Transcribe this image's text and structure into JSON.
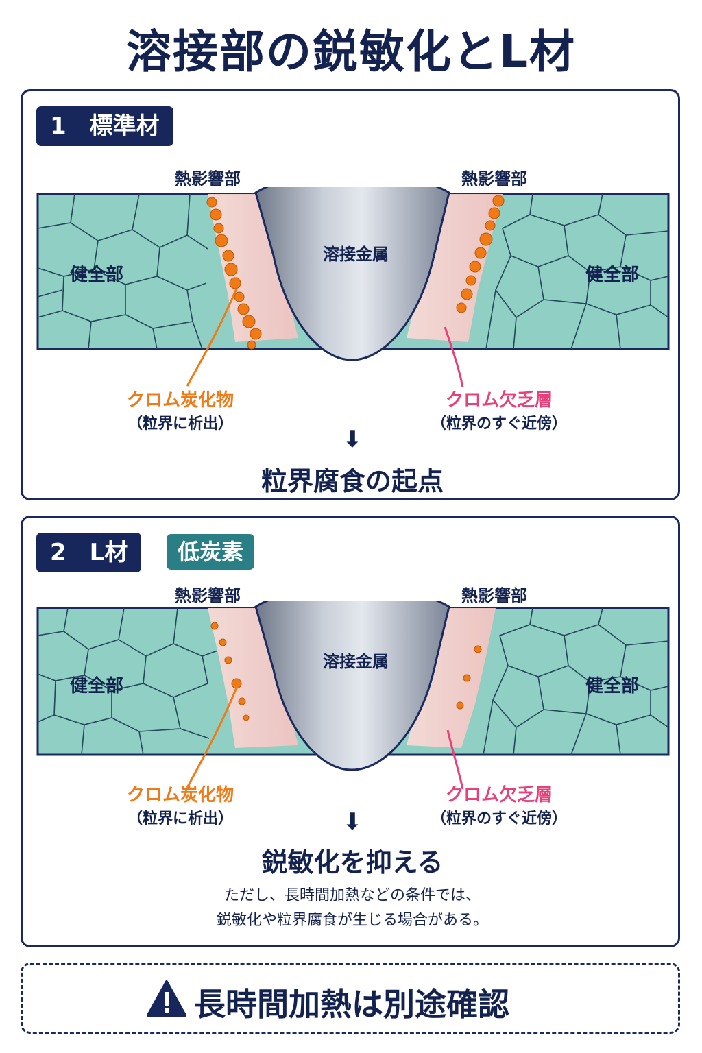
{
  "title": "溶接部の鋭敏化とL材",
  "panel1": {
    "badge": "1　標準材",
    "haz_left": "熱影響部",
    "haz_right": "熱影響部",
    "weld_metal": "溶接金属",
    "base_left": "健全部",
    "base_right": "健全部",
    "carbide_label": "クロム炭化物",
    "carbide_sub": "（粒界に析出）",
    "depleted_label": "クロム欠乏層",
    "depleted_sub": "（粒界のすぐ近傍）",
    "arrow": "⬇",
    "result": "粒界腐食の起点"
  },
  "panel2": {
    "badge": "2　L材",
    "tag": "低炭素",
    "haz_left": "熱影響部",
    "haz_right": "熱影響部",
    "weld_metal": "溶接金属",
    "base_left": "健全部",
    "base_right": "健全部",
    "carbide_label": "クロム炭化物",
    "carbide_sub": "（粒界に析出）",
    "depleted_label": "クロム欠乏層",
    "depleted_sub": "（粒界のすぐ近傍）",
    "arrow": "⬇",
    "result": "鋭敏化を抑える",
    "note_line1": "ただし、長時間加熱などの条件では、",
    "note_line2": "鋭敏化や粒界腐食が生じる場合がある。"
  },
  "warning": {
    "icon": "warning-triangle-icon",
    "text": "長時間加熱は別途確認"
  },
  "colors": {
    "navy": "#14224f",
    "teal_grain": "#8fcfc4",
    "haz_pink": "#f4c9c6",
    "carbide_orange": "#ef7a16",
    "depleted_pink": "#e8407a",
    "badge_teal": "#2a7e86"
  }
}
